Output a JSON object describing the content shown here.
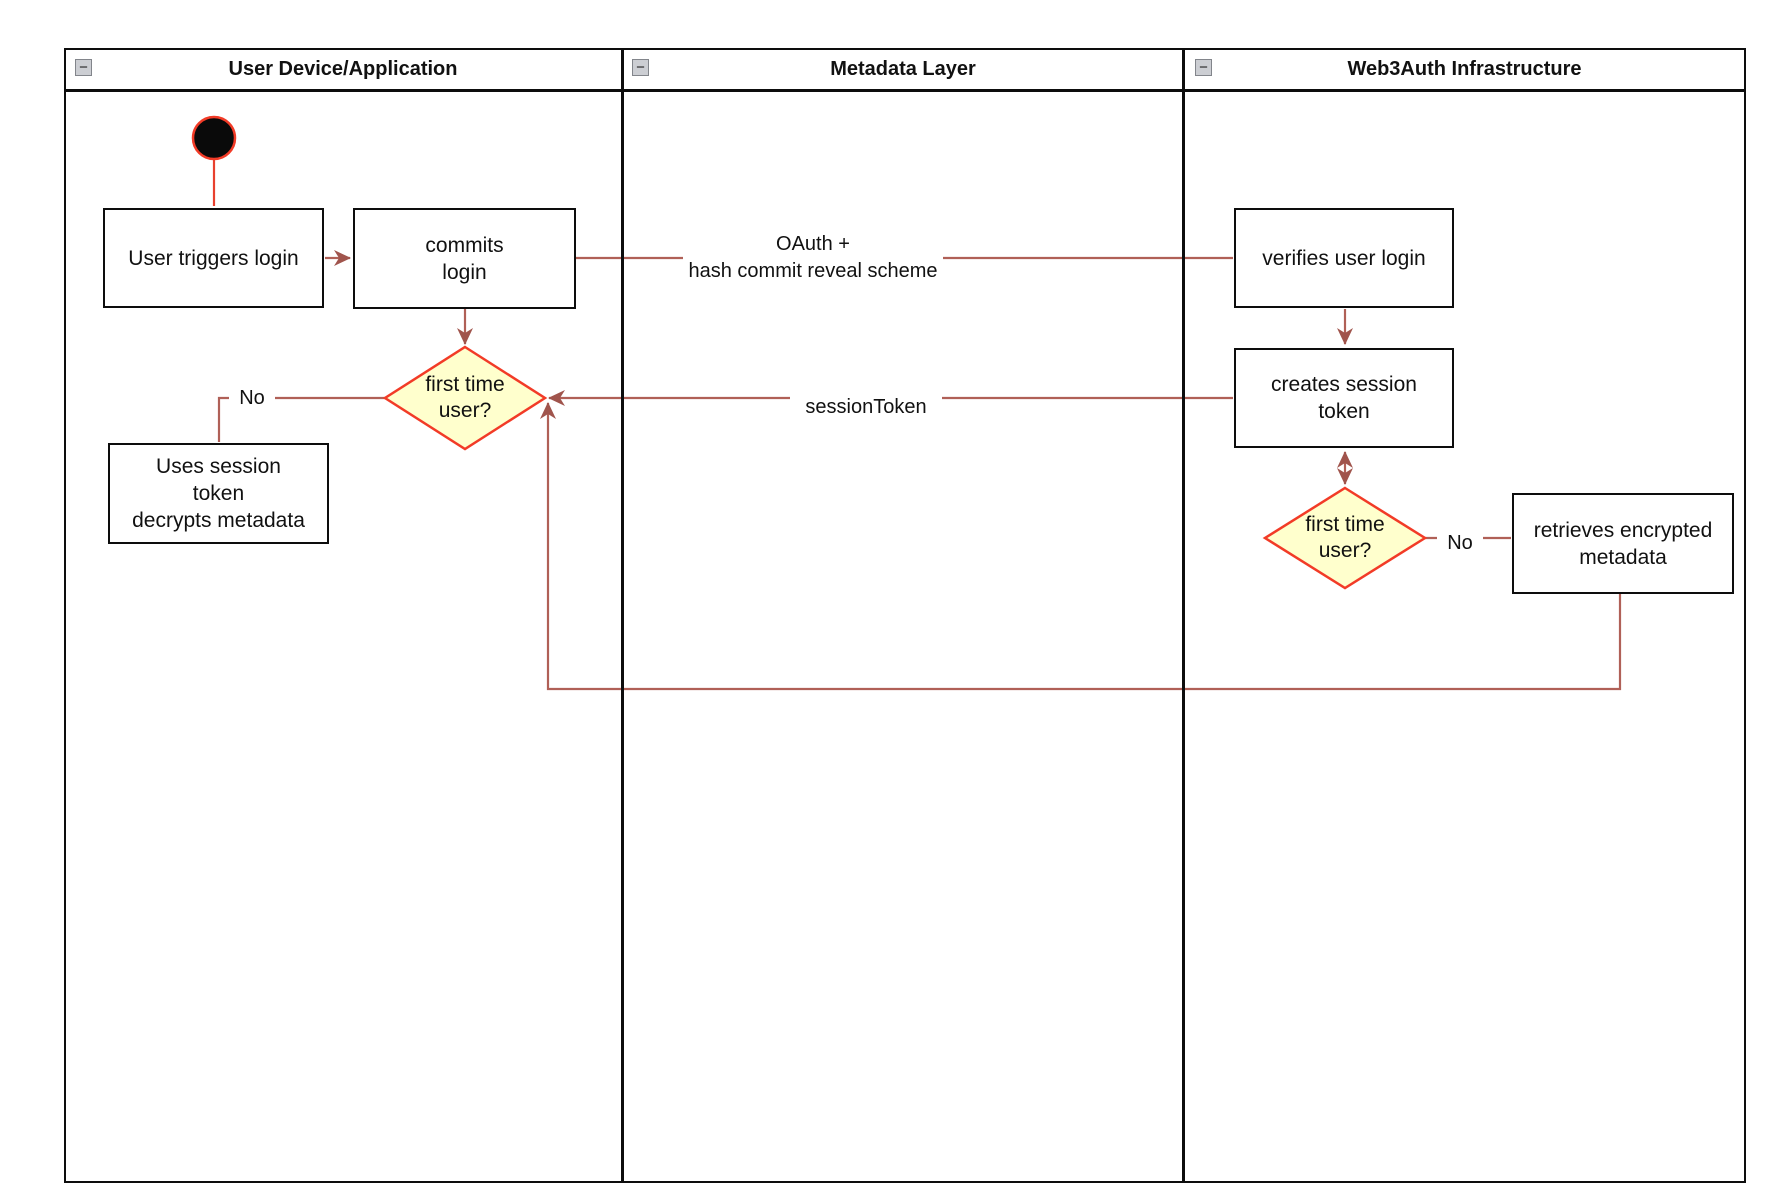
{
  "diagram": {
    "lanes": [
      {
        "title": "User Device/Application"
      },
      {
        "title": "Metadata Layer"
      },
      {
        "title": "Web3Auth Infrastructure"
      }
    ],
    "collapse_glyph": "−",
    "nodes": {
      "user_triggers_login": "User triggers login",
      "commits_login": "commits\nlogin",
      "first_time_user_left": "first time\nuser?",
      "uses_session_token": "Uses session\ntoken\ndecrypts metadata",
      "verifies_user_login": "verifies user login",
      "creates_session_token": "creates session\ntoken",
      "first_time_user_right": "first time\nuser?",
      "retrieves_encrypted_metadata": "retrieves encrypted\nmetadata"
    },
    "edge_labels": {
      "oauth": "OAuth +\nhash commit reveal scheme",
      "session_token": "sessionToken",
      "no_left": "No",
      "no_right": "No"
    },
    "colors": {
      "flow_line": "#b06057",
      "arrowhead": "#a0544c",
      "accent_red": "#f23b27",
      "start_line_red": "#e8402e",
      "decision_fill": "#ffffcd",
      "node_border": "#0d0d0d",
      "start_node_fill": "#0a0a0a"
    }
  }
}
